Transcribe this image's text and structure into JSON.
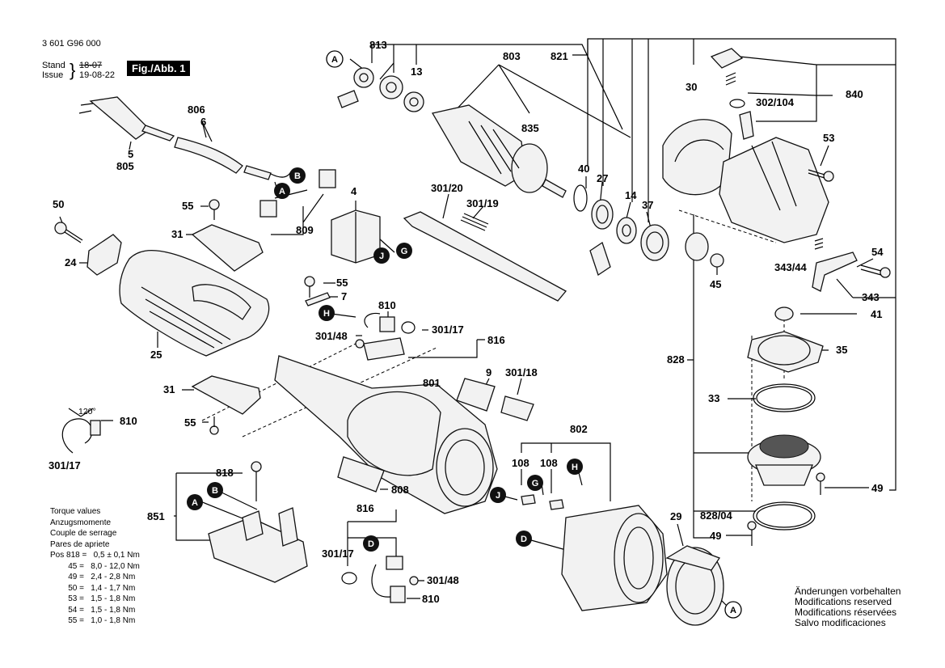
{
  "header": {
    "doc_number": "3 601 G96 000",
    "stand_label": "Stand",
    "issue_label": "Issue",
    "old_date": "18-07",
    "date": "19-08-22",
    "figure_label": "Fig./Abb. 1"
  },
  "torque": {
    "title_de": "Torque values",
    "title_de2": "Anzugsmomente",
    "title_fr": "Couple de serrage",
    "title_es": "Pares de apriete",
    "rows": [
      "Pos 818 =   0,5 ± 0,1 Nm",
      "        45 =   8,0 - 12,0 Nm",
      "        49 =   2,4 - 2,8 Nm",
      "        50 =   1,4 - 1,7 Nm",
      "        53 =   1,5 - 1,8 Nm",
      "        54 =   1,5 - 1,8 Nm",
      "        55 =   1,0 - 1,8 Nm"
    ]
  },
  "notes": [
    "Änderungen vorbehalten",
    "Modifications reserved",
    "Modifications réservées",
    "Salvo modificaciones"
  ],
  "labels": {
    "p813": "813",
    "p803": "803",
    "p821": "821",
    "p13": "13",
    "p835": "835",
    "p30": "30",
    "p840": "840",
    "p302_104": "302/104",
    "p53": "53",
    "p806": "806",
    "p6": "6",
    "p5": "5",
    "p805": "805",
    "p40": "40",
    "p27": "27",
    "p14": "14",
    "p37": "37",
    "p301_20": "301/20",
    "p301_19": "301/19",
    "p4": "4",
    "p50": "50",
    "p55a": "55",
    "p809": "809",
    "p31a": "31",
    "p24": "24",
    "p25": "25",
    "p54": "54",
    "p343_44": "343/44",
    "p45": "45",
    "p343": "343",
    "p41": "41",
    "p35": "35",
    "p828": "828",
    "p33": "33",
    "p55b": "55",
    "p7": "7",
    "p810a": "810",
    "p301_17a": "301/17",
    "p816a": "816",
    "p301_48a": "301/48",
    "p9": "9",
    "p301_18": "301/18",
    "p801": "801",
    "p31b": "31",
    "p810b": "810",
    "p55c": "55",
    "p301_17b": "301/17",
    "p802": "802",
    "p108a": "108",
    "p108b": "108",
    "p818": "818",
    "p851": "851",
    "p808": "808",
    "p816b": "816",
    "p301_17c": "301/17",
    "p301_48b": "301/48",
    "p810c": "810",
    "p49a": "49",
    "p828_04": "828/04",
    "p49b": "49",
    "p29": "29",
    "angle": "120°"
  },
  "badges": {
    "A": "A",
    "B": "B",
    "D": "D",
    "G": "G",
    "H": "H",
    "J": "J"
  }
}
